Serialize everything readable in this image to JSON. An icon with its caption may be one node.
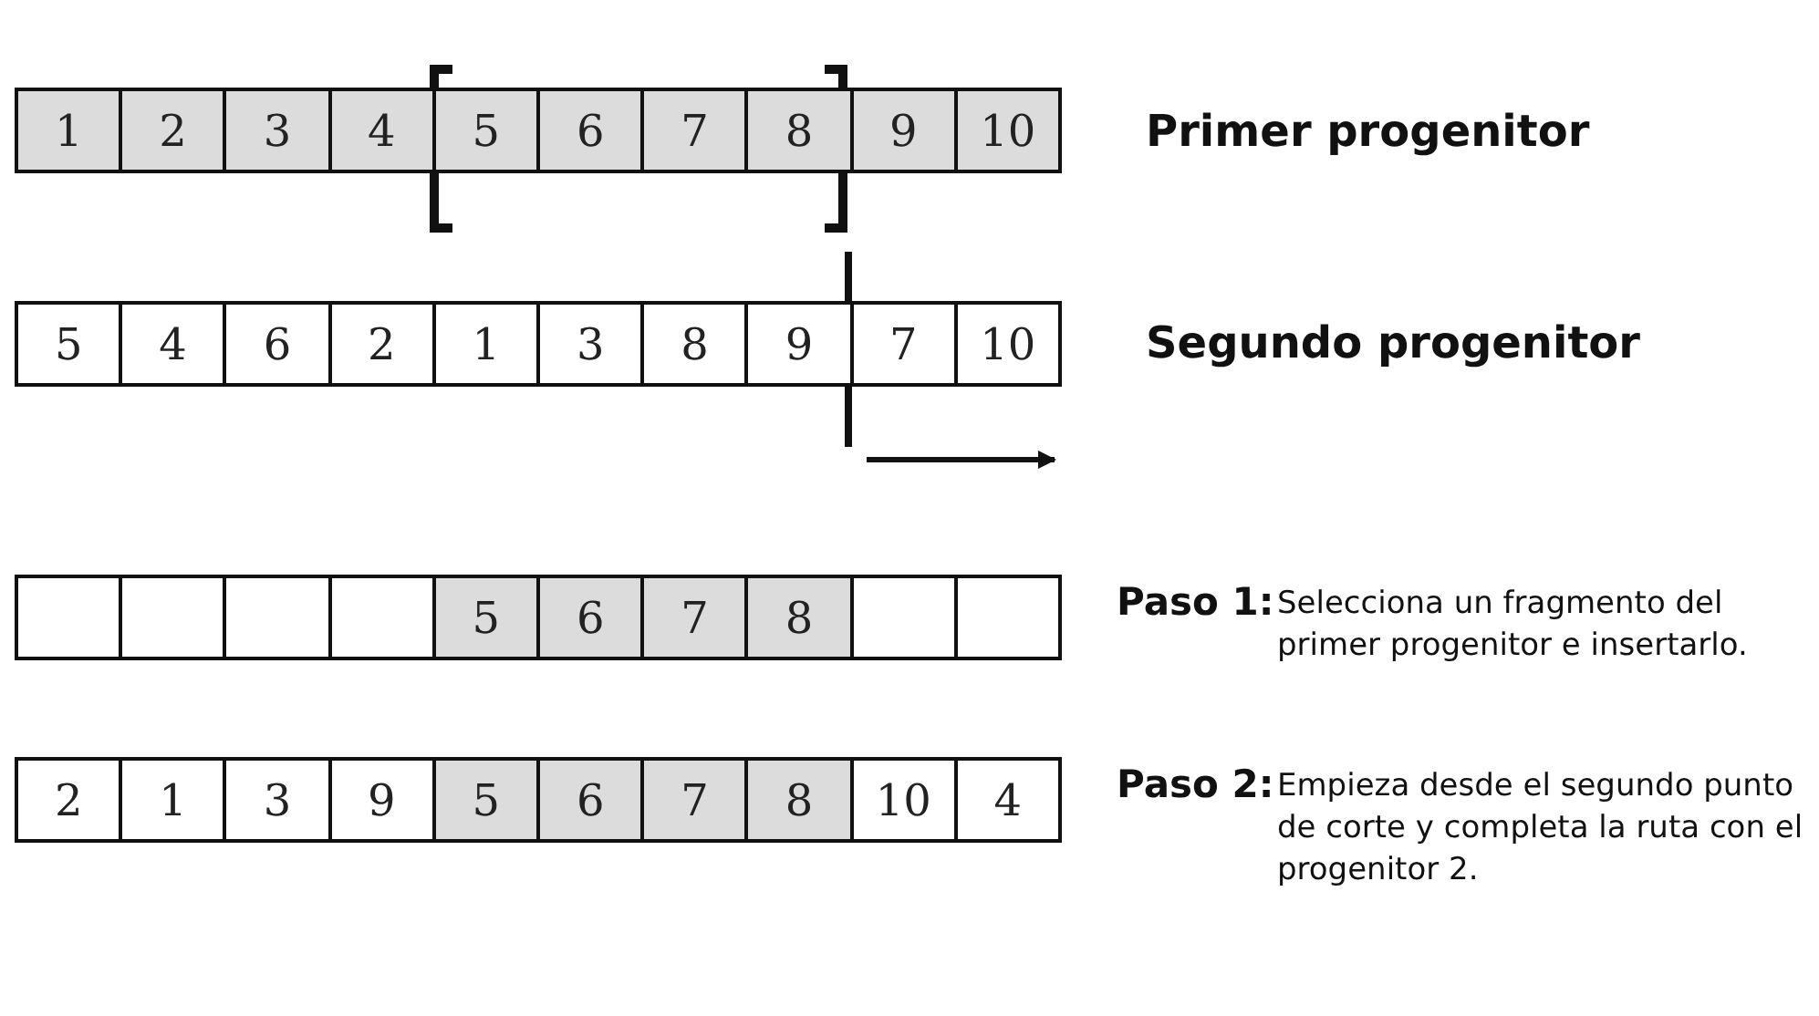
{
  "diagram": {
    "nodes": [
      {
        "text": [
          "1"
        ]
      },
      {
        "text": [
          "2"
        ]
      },
      {
        "text": [
          "3"
        ]
      },
      {
        "text": [
          "4"
        ]
      },
      {
        "text": [
          "5"
        ]
      },
      {
        "text": [
          "6"
        ]
      },
      {
        "text": [
          "7"
        ]
      },
      {
        "text": [
          "8"
        ]
      },
      {
        "text": [
          "9"
        ]
      },
      {
        "text": [
          "10"
        ]
      },
      {
        "text": [
          "5"
        ]
      },
      {
        "text": [
          "4"
        ]
      },
      {
        "text": [
          "6"
        ]
      },
      {
        "text": [
          "2"
        ]
      },
      {
        "text": [
          "1"
        ]
      },
      {
        "text": [
          "3"
        ]
      },
      {
        "text": [
          "8"
        ]
      },
      {
        "text": [
          "9"
        ]
      },
      {
        "text": [
          "7"
        ]
      },
      {
        "text": [
          "10"
        ]
      },
      {
        "text": [],
        "shape": "box"
      },
      {
        "text": [],
        "shape": "box"
      },
      {
        "text": [],
        "shape": "box"
      },
      {
        "text": [],
        "shape": "box"
      },
      {
        "text": [
          "5"
        ]
      },
      {
        "text": [
          "6"
        ]
      },
      {
        "text": [
          "7"
        ]
      },
      {
        "text": [
          "8"
        ]
      },
      {
        "text": [],
        "shape": "box"
      },
      {
        "text": [],
        "shape": "box"
      },
      {
        "text": [
          "2"
        ]
      },
      {
        "text": [
          "1"
        ]
      },
      {
        "text": [
          "3"
        ]
      },
      {
        "text": [
          "9"
        ]
      },
      {
        "text": [
          "5"
        ]
      },
      {
        "text": [
          "6"
        ]
      },
      {
        "text": [
          "7"
        ]
      },
      {
        "text": [
          "8"
        ]
      },
      {
        "text": [
          "10"
        ]
      },
      {
        "text": [
          "4"
        ]
      }
    ],
    "edges": [],
    "labels": [
      "Primer progenitor",
      "Segundo progenitor",
      "Paso 1:",
      "Selecciona un fragmento del primer progenitor e insertarlo.",
      "Paso 2:",
      "Empieza desde el segundo punto de corte y completa la ruta con el progenitor 2."
    ]
  }
}
